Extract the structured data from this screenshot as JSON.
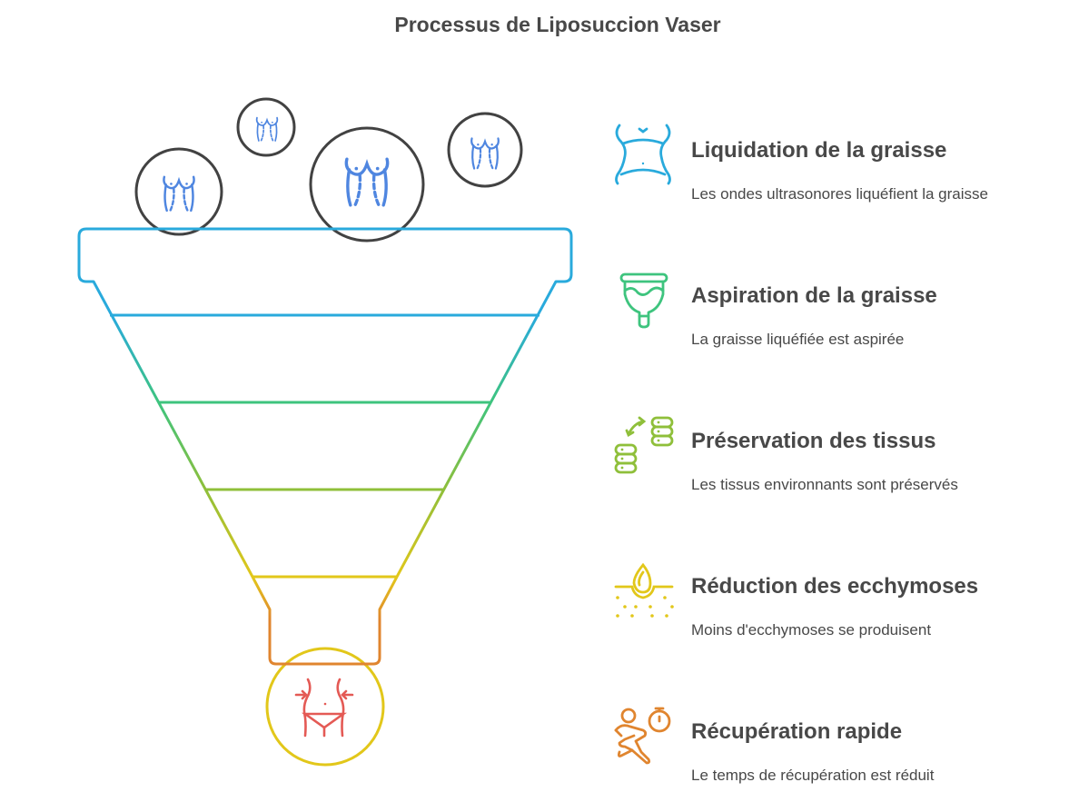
{
  "title": "Processus de Liposuccion Vaser",
  "colors": {
    "text": "#484848",
    "circle_stroke": "#424242",
    "body_icon": "#4f86e0",
    "band1": "#29aadc",
    "band2": "#3ec47e",
    "band3": "#8fbf3a",
    "band4": "#e2c71a",
    "band5": "#e0852f",
    "result_icon": "#e45a55",
    "result_circle": "#e2c71a"
  },
  "funnel": {
    "input_icons": [
      "body-icon",
      "body-icon",
      "body-icon",
      "body-icon"
    ],
    "output_icon": "waist-slim-icon"
  },
  "steps": [
    {
      "icon": "waist-icon",
      "title": "Liquidation de la graisse",
      "description": "Les ondes ultrasonores liquéfient la graisse",
      "color": "#29aadc"
    },
    {
      "icon": "cup-icon",
      "title": "Aspiration de la graisse",
      "description": "La graisse liquéfiée est aspirée",
      "color": "#3ec47e"
    },
    {
      "icon": "tissue-stack-icon",
      "title": "Préservation des tissus",
      "description": "Les tissus environnants sont préservés",
      "color": "#8fbf3a"
    },
    {
      "icon": "skin-drop-icon",
      "title": "Réduction des ecchymoses",
      "description": "Moins d'ecchymoses se produisent",
      "color": "#e2c71a"
    },
    {
      "icon": "runner-stopwatch-icon",
      "title": "Récupération rapide",
      "description": "Le temps de récupération est réduit",
      "color": "#e0852f"
    }
  ]
}
